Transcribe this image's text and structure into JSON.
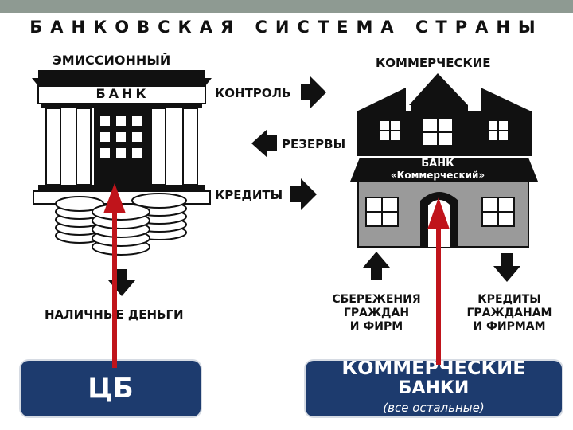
{
  "title": "БАНКОВСКАЯ СИСТЕМА СТРАНЫ",
  "central": {
    "top_label": "ЭМИССИОННЫЙ",
    "sign": "БАНК",
    "bottom_label": "НАЛИЧНЫЕ ДЕНЬГИ"
  },
  "flows": {
    "control": "КОНТРОЛЬ",
    "reserves": "РЕЗЕРВЫ",
    "credits": "КРЕДИТЫ"
  },
  "commercial": {
    "top_label": "КОММЕРЧЕСКИЕ",
    "sign_line1": "БАНК",
    "sign_line2": "«Коммерческий»",
    "savings": [
      "СБЕРЕЖЕНИЯ",
      "ГРАЖДАН",
      "И ФИРМ"
    ],
    "loans": [
      "КРЕДИТЫ",
      "ГРАЖДАНАМ",
      "И ФИРМАМ"
    ]
  },
  "boxes": {
    "cb": "ЦБ",
    "kb_line1": "КОММЕРЧЕСКИЕ",
    "kb_line2": "БАНКИ",
    "kb_line3": "(все остальные)"
  },
  "colors": {
    "box_fill": "#1d3b6e",
    "red_arrow": "#c0141b",
    "topbar": "#8e9a92"
  }
}
